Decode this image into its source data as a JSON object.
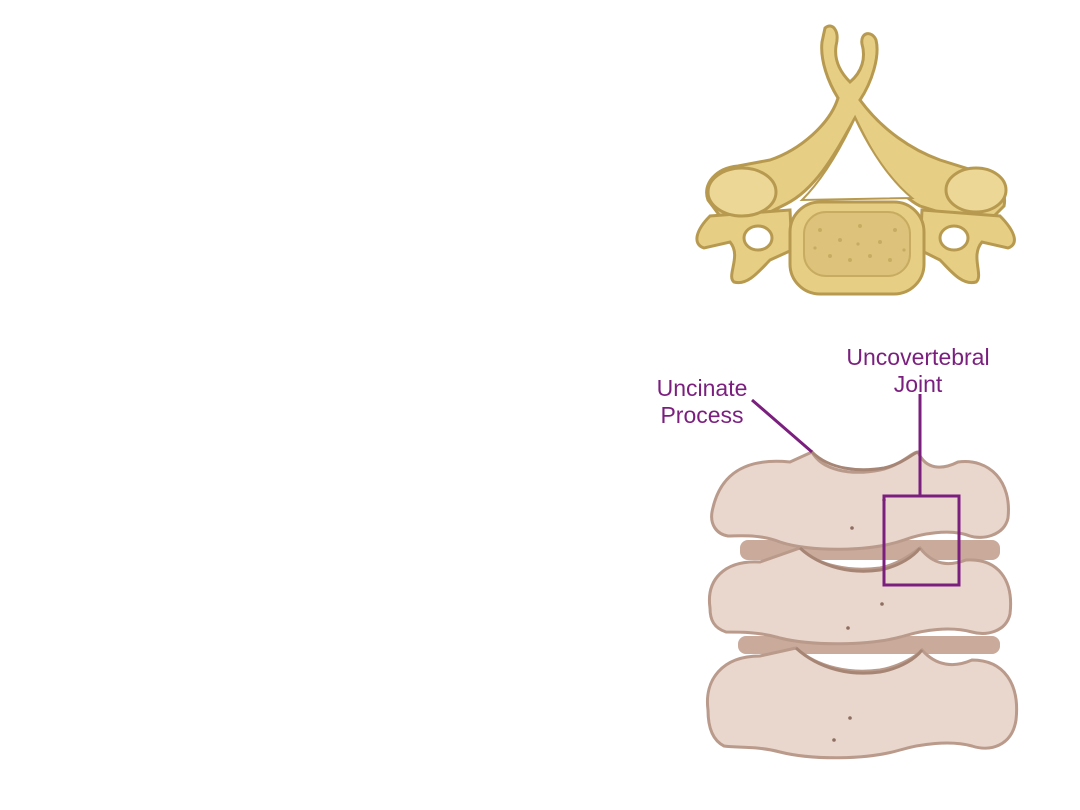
{
  "labels": {
    "uncinate_process_line1": "Uncinate",
    "uncinate_process_line2": "Process",
    "uncovertebral_joint_line1": "Uncovertebral",
    "uncovertebral_joint_line2": "Joint"
  },
  "colors": {
    "annotation": "#7b1f7f",
    "vertebra_superior_fill": "#e6cf85",
    "vertebra_superior_shadow": "#b79a4f",
    "vertebra_column_fill": "#e9d6cc",
    "vertebra_column_shadow": "#b99a8b",
    "disc_fill": "#c9aa9b"
  },
  "icons": {
    "superior_view": "cervical-vertebra-superior-view-illustration",
    "column_view": "cervical-vertebrae-anterior-view-illustration"
  }
}
